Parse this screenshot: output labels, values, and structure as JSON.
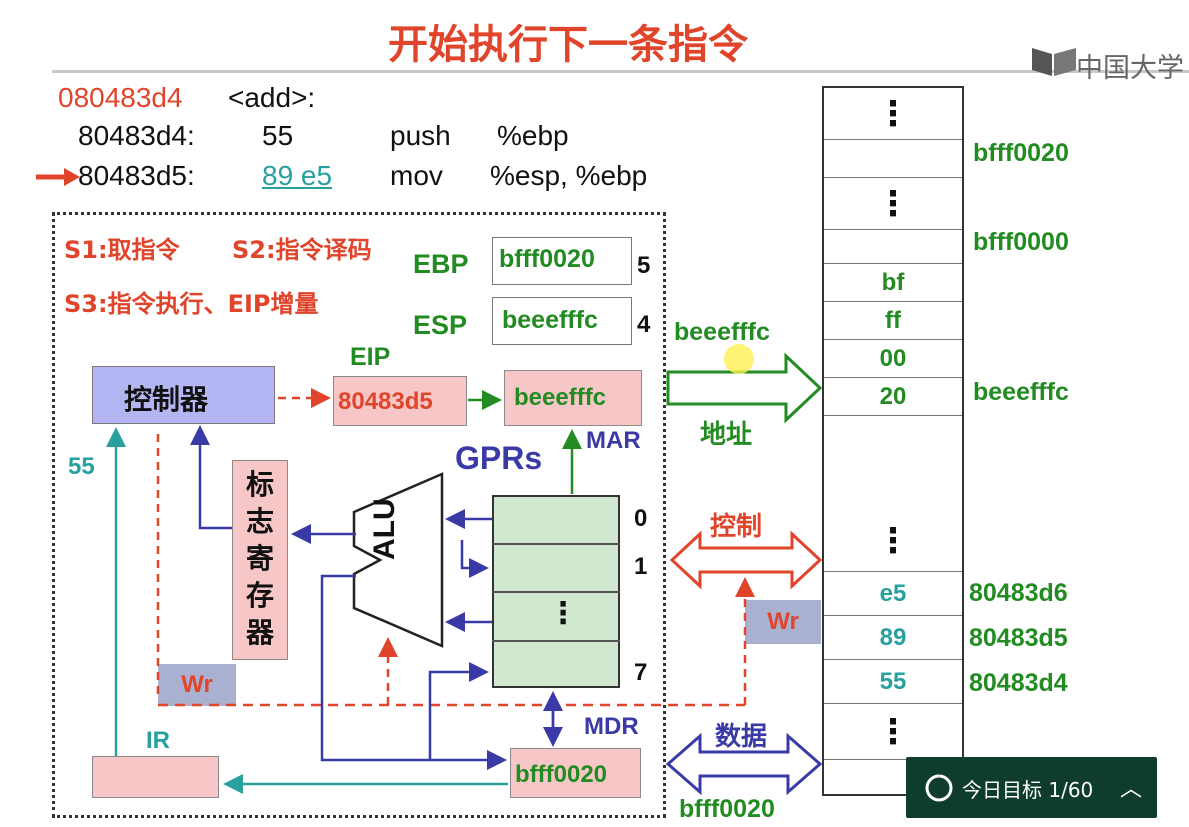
{
  "title": "开始执行下一条指令",
  "watermark": "中国大学",
  "code": {
    "func_addr": "080483d4",
    "func_name": "<add>:",
    "line1": {
      "addr": "80483d4:",
      "bytes": "55",
      "op": "push",
      "args": "%ebp"
    },
    "line2": {
      "addr": "80483d5:",
      "bytes": "89 e5",
      "op": "mov",
      "args": "%esp, %ebp"
    }
  },
  "stages": {
    "s1": "S1:取指令",
    "s2": "S2:指令译码",
    "s3": "S3:指令执行、EIP增量"
  },
  "registers": {
    "ebp": {
      "label": "EBP",
      "value": "bfff0020",
      "index": "5"
    },
    "esp": {
      "label": "ESP",
      "value": "beeefffc",
      "index": "4"
    }
  },
  "cpu": {
    "controller": "控制器",
    "eip_label": "EIP",
    "eip_value": "80483d5",
    "mar_value": "beeefffc",
    "mar_label": "MAR",
    "gprs_label": "GPRs",
    "gpr_index_0": "0",
    "gpr_index_1": "1",
    "gpr_index_7": "7",
    "flags": "标志寄存器",
    "alu": "ALU",
    "ir_label": "IR",
    "ir_value_label": "55",
    "wr_left": "Wr",
    "wr_right": "Wr",
    "mdr_label": "MDR",
    "mdr_value": "bfff0020"
  },
  "bus": {
    "address_value": "beeefffc",
    "address_label": "地址",
    "control_label": "控制",
    "data_label": "数据",
    "data_value": "bfff0020"
  },
  "memory": {
    "cells": [
      "⋮",
      "",
      "⋮",
      "",
      "bf",
      "ff",
      "00",
      "20",
      "⋮",
      "e5",
      "89",
      "55",
      "⋮"
    ],
    "labels": {
      "bfff0020": "bfff0020",
      "bfff0000": "bfff0000",
      "beeefffc": "beeefffc",
      "80483d6": "80483d6",
      "80483d5": "80483d5",
      "80483d4": "80483d4"
    }
  },
  "widget": {
    "text": "今日目标 1/60"
  },
  "colors": {
    "green": "#228b22",
    "red": "#e0442a",
    "blue": "#3a3aa6",
    "teal": "#29a0a0",
    "pink": "#f7c7c7",
    "lavender": "#b3b6f2",
    "gpr_green": "#cfe8cf"
  }
}
